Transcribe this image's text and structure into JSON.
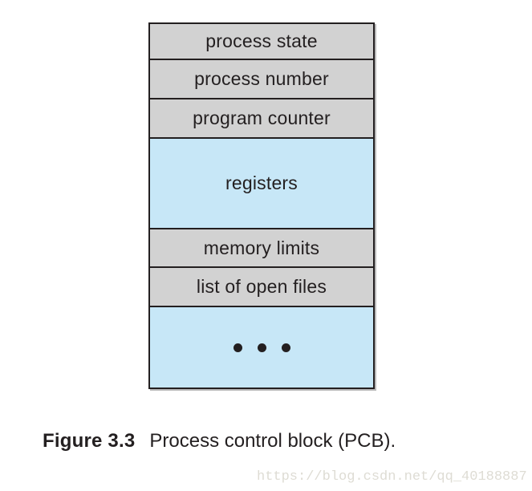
{
  "pcb": {
    "rows": [
      {
        "label": "process state",
        "fill": "gray"
      },
      {
        "label": "process number",
        "fill": "gray"
      },
      {
        "label": "program counter",
        "fill": "gray"
      },
      {
        "label": "registers",
        "fill": "blue"
      },
      {
        "label": "memory limits",
        "fill": "gray"
      },
      {
        "label": "list of open files",
        "fill": "gray"
      },
      {
        "label": "• • •",
        "fill": "blue"
      }
    ]
  },
  "caption": {
    "number": "Figure 3.3",
    "text": "Process control block (PCB)."
  },
  "watermark": {
    "url": "https://blog.csdn.net/qq_40188887"
  },
  "colors": {
    "row_gray": "#d2d2d2",
    "row_blue": "#c7e7f7",
    "border": "#231f20",
    "text": "#231f20",
    "watermark_text": "#dedcd4"
  }
}
